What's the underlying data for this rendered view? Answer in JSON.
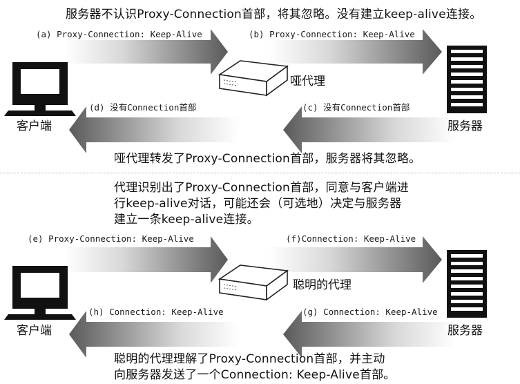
{
  "colors": {
    "arrow_light": "#ffffff",
    "arrow_dark": "#5a5a5a",
    "device": "#111111"
  },
  "top": {
    "caption": "服务器不认识Proxy-Connection首部，将其忽略。没有建立keep-alive连接。",
    "arrow_a": "(a) Proxy-Connection: Keep-Alive",
    "arrow_b": "(b) Proxy-Connection: Keep-Alive",
    "arrow_c": "(c) 没有Connection首部",
    "arrow_d": "(d) 没有Connection首部",
    "proxy_label": "哑代理",
    "client_label": "客户端",
    "server_label": "服务器",
    "bottom_caption": "哑代理转发了Proxy-Connection首部，服务器将其忽略。"
  },
  "bottom": {
    "intro_lines": [
      "代理识别出了Proxy-Connection首部，同意与客户端进",
      "行keep-alive对话，可能还会（可选地）决定与服务器",
      "建立一条keep-alive连接。"
    ],
    "arrow_e": "(e) Proxy-Connection: Keep-Alive",
    "arrow_f": "(f)Connection: Keep-Alive",
    "arrow_g": "(g) Connection: Keep-Alive",
    "arrow_h": "(h) Connection: Keep-Alive",
    "proxy_label": "聪明的代理",
    "client_label": "客户端",
    "server_label": "服务器",
    "caption_lines": [
      "聪明的代理理解了Proxy-Connection首部，并主动",
      "向服务器发送了一个Connection: Keep-Alive首部。"
    ]
  }
}
